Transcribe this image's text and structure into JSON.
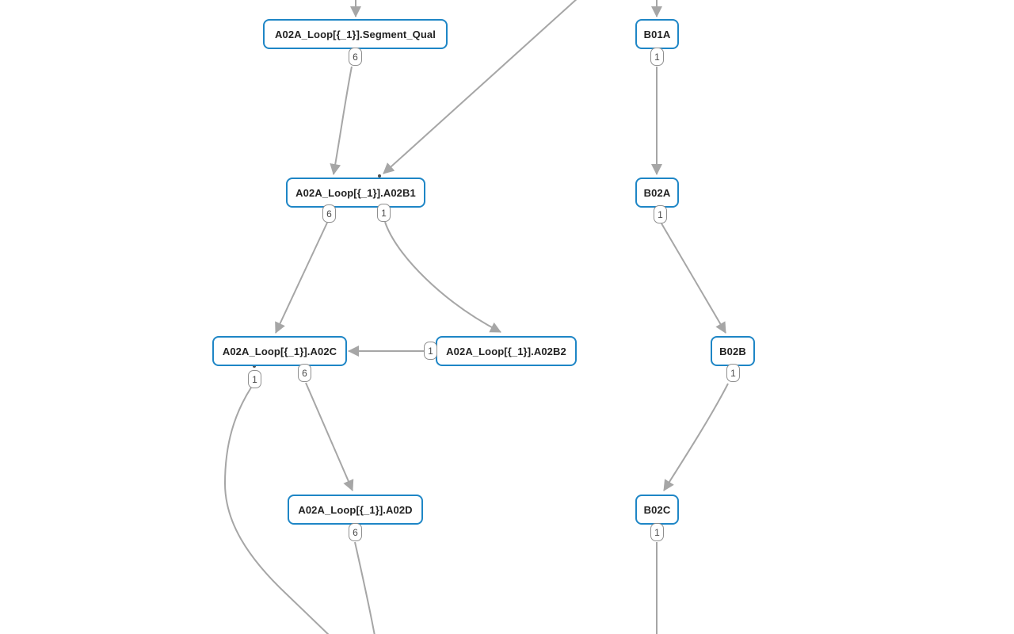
{
  "diagram": {
    "nodes": [
      {
        "id": "segment_qual",
        "label": "A02A_Loop[{_1}].Segment_Qual"
      },
      {
        "id": "a02b1",
        "label": "A02A_Loop[{_1}].A02B1"
      },
      {
        "id": "a02c",
        "label": "A02A_Loop[{_1}].A02C"
      },
      {
        "id": "a02b2",
        "label": "A02A_Loop[{_1}].A02B2"
      },
      {
        "id": "a02d",
        "label": "A02A_Loop[{_1}].A02D"
      },
      {
        "id": "b01a",
        "label": "B01A"
      },
      {
        "id": "b02a",
        "label": "B02A"
      },
      {
        "id": "b02b",
        "label": "B02B"
      },
      {
        "id": "b02c",
        "label": "B02C"
      }
    ],
    "edges": [
      {
        "from": "(offscreen top)",
        "to": "A02A_Loop[{_1}].Segment_Qual",
        "label": null
      },
      {
        "from": "A02A_Loop[{_1}].Segment_Qual",
        "to": "A02A_Loop[{_1}].A02B1",
        "label": "6"
      },
      {
        "from": "(offscreen top-right)",
        "to": "A02A_Loop[{_1}].A02B1",
        "label": null
      },
      {
        "from": "A02A_Loop[{_1}].A02B1",
        "to": "A02A_Loop[{_1}].A02C",
        "label": "6"
      },
      {
        "from": "A02A_Loop[{_1}].A02B1",
        "to": "A02A_Loop[{_1}].A02B2",
        "label": "1"
      },
      {
        "from": "A02A_Loop[{_1}].A02B2",
        "to": "A02A_Loop[{_1}].A02C",
        "label": "1"
      },
      {
        "from": "A02A_Loop[{_1}].A02C",
        "to": "A02A_Loop[{_1}].A02D",
        "label": "6"
      },
      {
        "from": "A02A_Loop[{_1}].A02C",
        "to": "(offscreen bottom)",
        "label": "1"
      },
      {
        "from": "A02A_Loop[{_1}].A02D",
        "to": "(offscreen bottom)",
        "label": "6"
      },
      {
        "from": "(offscreen top)",
        "to": "B01A",
        "label": null
      },
      {
        "from": "B01A",
        "to": "B02A",
        "label": "1"
      },
      {
        "from": "B02A",
        "to": "B02B",
        "label": "1"
      },
      {
        "from": "B02B",
        "to": "B02C",
        "label": "1"
      },
      {
        "from": "B02C",
        "to": "(offscreen bottom)",
        "label": "1"
      }
    ],
    "colors": {
      "node_border": "#1e86c6",
      "node_text": "#222222",
      "edge": "#a6a6a6",
      "badge_border": "#8f8f8f",
      "badge_text": "#4a4a4a",
      "port_dot": "#4f4f4f",
      "background": "#ffffff"
    }
  }
}
